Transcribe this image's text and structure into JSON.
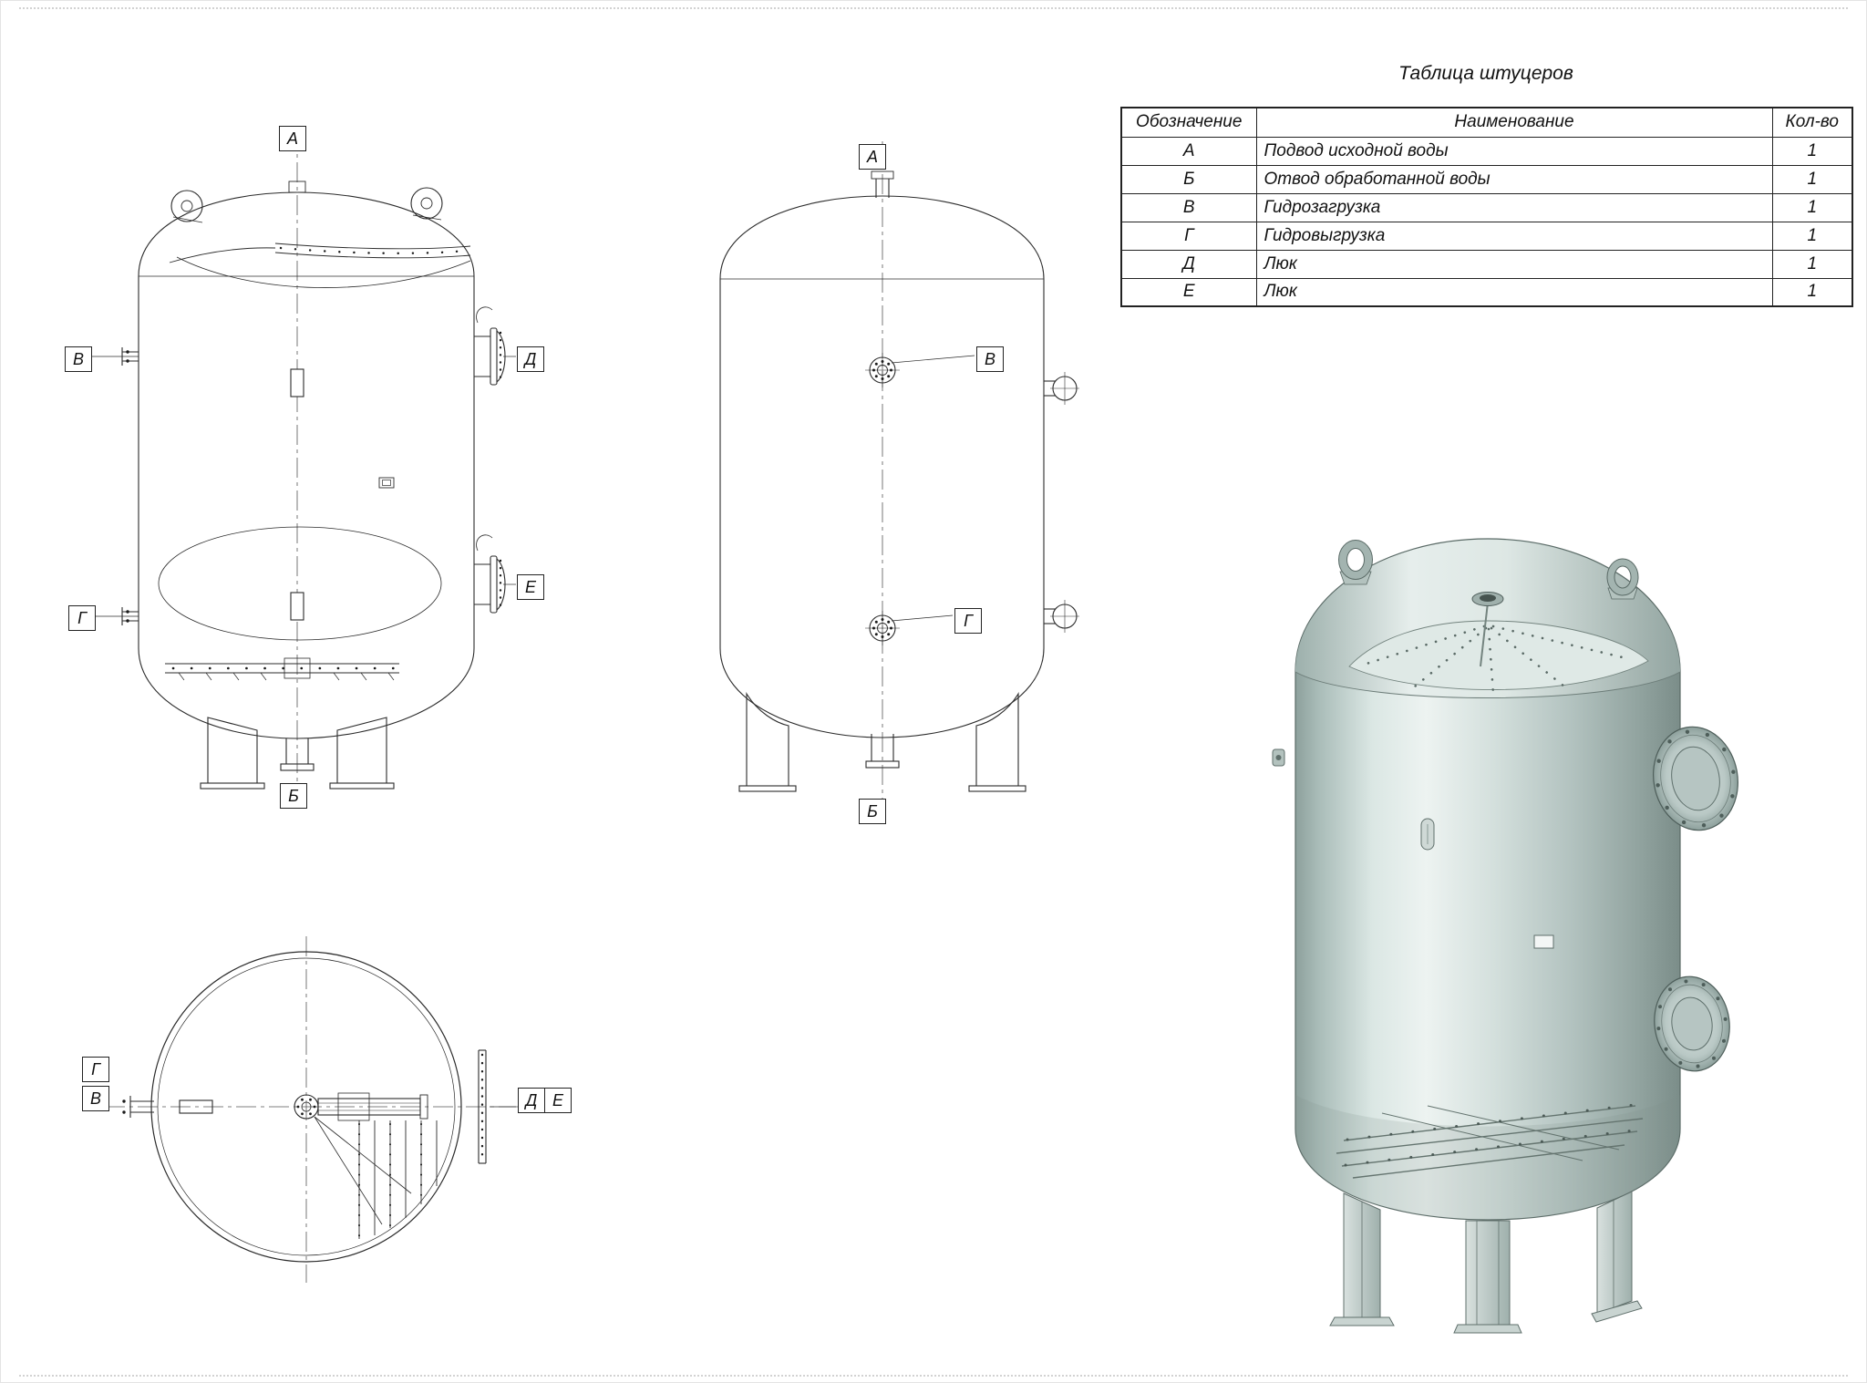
{
  "table": {
    "title": "Таблица штуцеров",
    "headers": {
      "mark": "Обозначение",
      "name": "Наименование",
      "qty": "Кол-во"
    },
    "rows": [
      {
        "mark": "А",
        "name": "Подвод исходной воды",
        "qty": "1"
      },
      {
        "mark": "Б",
        "name": "Отвод обработанной воды",
        "qty": "1"
      },
      {
        "mark": "В",
        "name": "Гидрозагрузка",
        "qty": "1"
      },
      {
        "mark": "Г",
        "name": "Гидровыгрузка",
        "qty": "1"
      },
      {
        "mark": "Д",
        "name": "Люк",
        "qty": "1"
      },
      {
        "mark": "Е",
        "name": "Люк",
        "qty": "1"
      }
    ]
  },
  "callouts": {
    "front": {
      "top": "А",
      "left_upper": "В",
      "left_lower": "Г",
      "right_upper": "Д",
      "right_lower": "Е",
      "bottom": "Б"
    },
    "side": {
      "top": "А",
      "center_upper": "В",
      "center_lower": "Г",
      "bottom": "Б"
    },
    "top": {
      "left_upper": "Г",
      "left_lower": "В",
      "right_first": "Д",
      "right_second": "Е"
    }
  },
  "colors": {
    "line": "#2b2b2b",
    "vessel_mid": "#d3dfdc",
    "vessel_shadow": "#8da09c",
    "vessel_light": "#edf3f1"
  }
}
